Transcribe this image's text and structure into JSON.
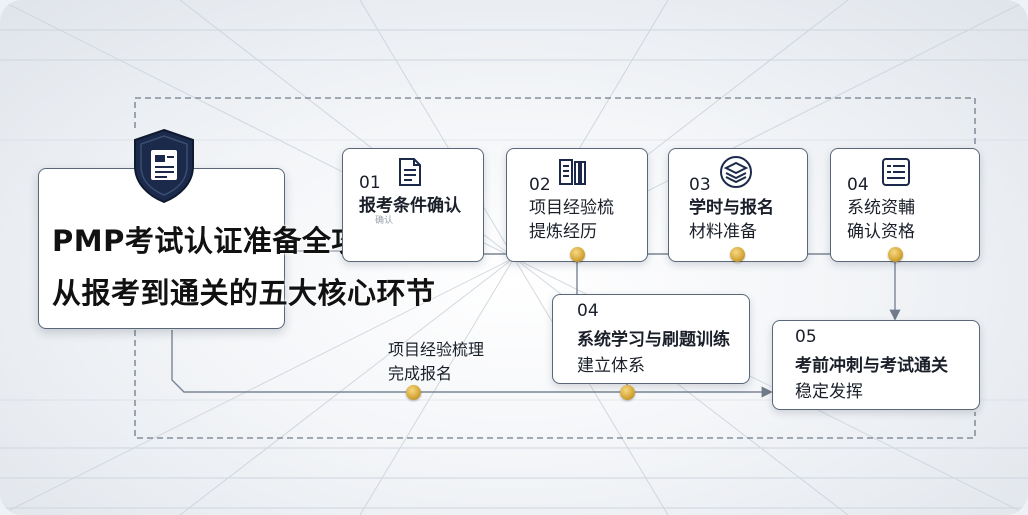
{
  "title": {
    "line1": "PMP考试认证准备全攻略：",
    "line2": "从报考到通关的五大核心环节"
  },
  "steps": [
    {
      "num": "01",
      "line1": "报考条件确认",
      "line2": "",
      "icon": "document-list-icon"
    },
    {
      "num": "02",
      "line1": "项目经验梳",
      "line2": "提炼经历",
      "icon": "document-columns-icon"
    },
    {
      "num": "03",
      "line1": "学时与报名",
      "line2": "材料准备",
      "icon": "stack-layers-icon"
    },
    {
      "num": "04",
      "line1": "系统资輔",
      "line2": "确认资格",
      "icon": "form-list-icon"
    },
    {
      "num": "04",
      "line1": "系统学习与刷题训练",
      "line2": "建立体系",
      "icon": ""
    },
    {
      "num": "05",
      "line1": "考前冲刺与考试通关",
      "line2": "稳定发挥",
      "icon": ""
    }
  ],
  "ghost_text": "确认",
  "free_label": {
    "line1": "项目经验梳理",
    "line2": "完成报名"
  },
  "icons": {
    "badge": "shield-document-icon"
  },
  "colors": {
    "navy": "#1b2a4a",
    "gold": "#d6a93a",
    "line": "#6f7b8a"
  }
}
